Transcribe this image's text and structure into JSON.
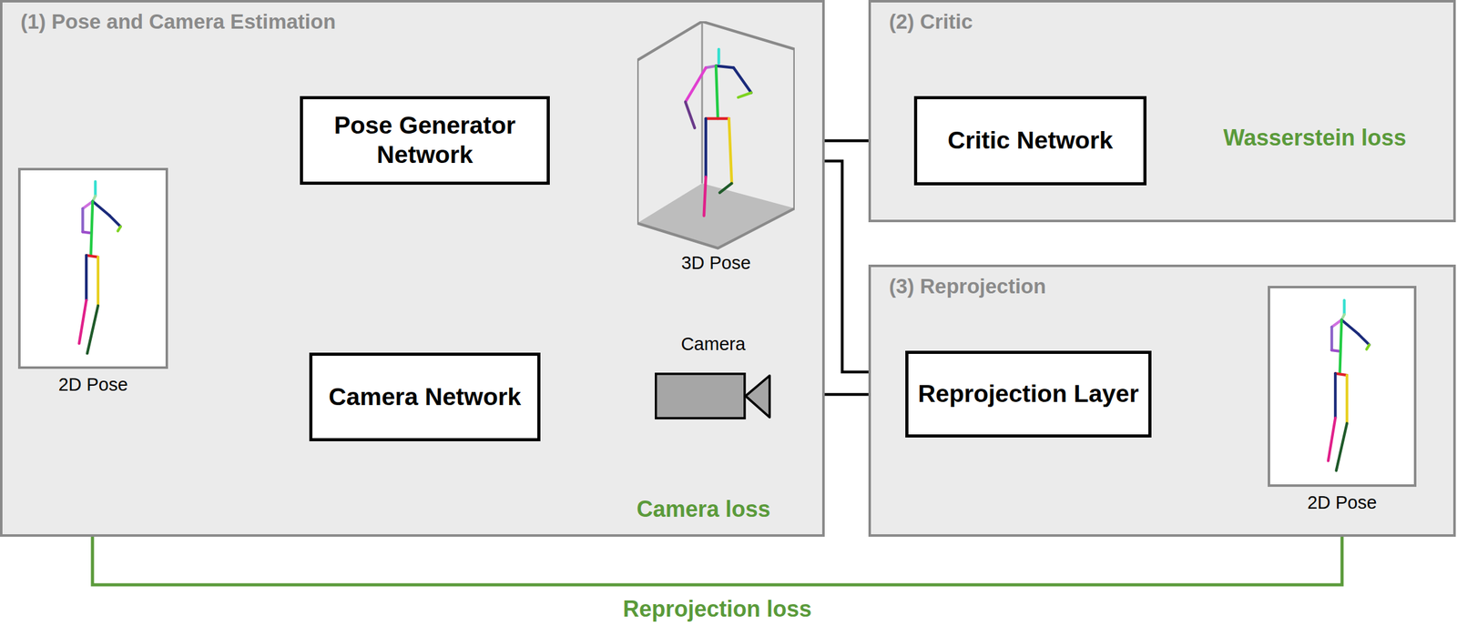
{
  "diagram": {
    "nodes": [
      {
        "text": [
          "(1) Pose and Camera Estimation"
        ]
      },
      {
        "text": [
          "2D Pose"
        ],
        "in": 0
      },
      {
        "text": [
          "Pose Generator Network"
        ],
        "in": 0
      },
      {
        "text": [
          "3D Pose"
        ],
        "in": 0
      },
      {
        "text": [
          "Camera Network"
        ],
        "in": 0
      },
      {
        "text": [
          "Camera"
        ],
        "in": 0
      },
      {
        "text": [
          "(2) Critic"
        ]
      },
      {
        "text": [
          "Critic Network"
        ],
        "in": 6
      },
      {
        "text": [
          "(3) Reprojection"
        ]
      },
      {
        "text": [
          "Reprojection Layer"
        ],
        "in": 8
      },
      {
        "text": [
          "2D Pose"
        ],
        "in": 8
      }
    ],
    "edges": [
      {
        "from": 1,
        "to": 2,
        "arrow": "to"
      },
      {
        "from": 1,
        "to": 4,
        "arrow": "to"
      },
      {
        "from": 2,
        "to": 3,
        "arrow": "to"
      },
      {
        "from": 4,
        "to": 5,
        "arrow": "to"
      },
      {
        "from": 3,
        "to": 7,
        "arrow": "to"
      },
      {
        "from": 3,
        "to": 9,
        "arrow": "to"
      },
      {
        "from": 5,
        "to": 9,
        "arrow": "to"
      },
      {
        "from": 9,
        "to": 10,
        "arrow": "to"
      },
      {
        "from": 1,
        "to": 10,
        "arrow": "both",
        "label": "Reprojection loss"
      }
    ],
    "labels": [
      "Camera loss",
      "Wasserstein loss"
    ]
  }
}
